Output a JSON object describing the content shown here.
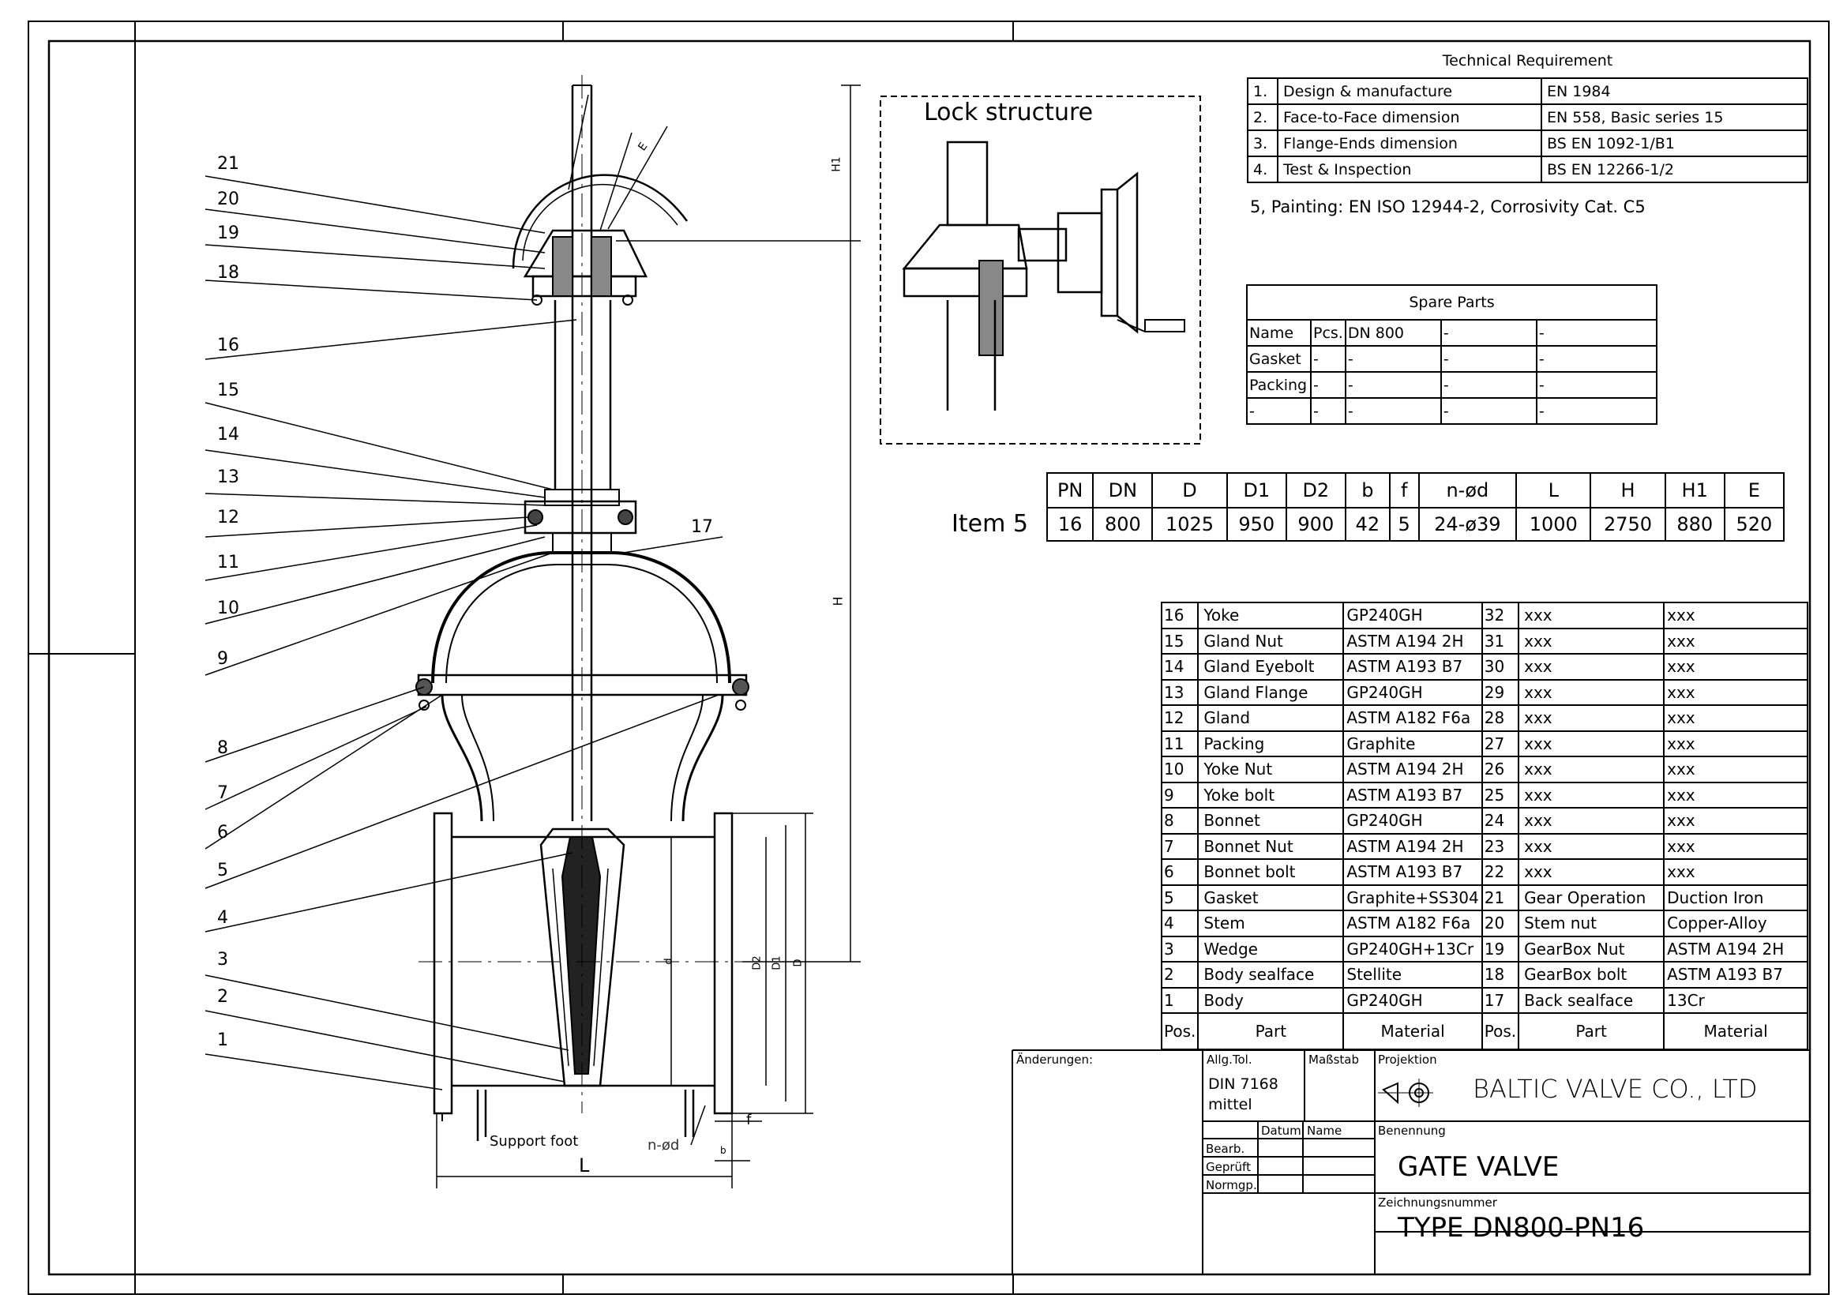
{
  "technical_requirement": {
    "title": "Technical Requirement",
    "rows": [
      {
        "no": "1.",
        "item": "Design & manufacture",
        "value": "EN 1984"
      },
      {
        "no": "2.",
        "item": "Face-to-Face dimension",
        "value": "EN 558,  Basic series 15"
      },
      {
        "no": "3.",
        "item": "Flange-Ends dimension",
        "value": "BS EN 1092-1/B1"
      },
      {
        "no": "4.",
        "item": "Test & Inspection",
        "value": "BS EN 12266-1/2"
      }
    ],
    "painting": "5, Painting: EN ISO 12944-2, Corrosivity Cat. C5"
  },
  "lock_structure": {
    "label": "Lock structure"
  },
  "spare_parts": {
    "title": "Spare Parts",
    "headers": [
      "Name",
      "Pcs.",
      "DN 800",
      "-",
      "-"
    ],
    "rows": [
      [
        "Gasket",
        "-",
        "-",
        "-",
        "-"
      ],
      [
        "Packing",
        "-",
        "-",
        "-",
        "-"
      ],
      [
        "-",
        "-",
        "-",
        "-",
        "-"
      ]
    ]
  },
  "dimensions": {
    "row_label": "Item 5",
    "headers": [
      "PN",
      "DN",
      "D",
      "D1",
      "D2",
      "b",
      "f",
      "n-ød",
      "L",
      "H",
      "H1",
      "E"
    ],
    "values": [
      "16",
      "800",
      "1025",
      "950",
      "900",
      "42",
      "5",
      "24-ø39",
      "1000",
      "2750",
      "880",
      "520"
    ]
  },
  "parts_list": {
    "left": [
      {
        "pos": "16",
        "part": "Yoke",
        "material": "GP240GH"
      },
      {
        "pos": "15",
        "part": "Gland Nut",
        "material": "ASTM A194 2H"
      },
      {
        "pos": "14",
        "part": "Gland Eyebolt",
        "material": "ASTM A193 B7"
      },
      {
        "pos": "13",
        "part": "Gland Flange",
        "material": "GP240GH"
      },
      {
        "pos": "12",
        "part": "Gland",
        "material": "ASTM A182 F6a"
      },
      {
        "pos": "11",
        "part": "Packing",
        "material": "Graphite"
      },
      {
        "pos": "10",
        "part": "Yoke Nut",
        "material": "ASTM A194 2H"
      },
      {
        "pos": "9",
        "part": "Yoke bolt",
        "material": "ASTM A193 B7"
      },
      {
        "pos": "8",
        "part": "Bonnet",
        "material": "GP240GH"
      },
      {
        "pos": "7",
        "part": "Bonnet Nut",
        "material": "ASTM A194 2H"
      },
      {
        "pos": "6",
        "part": "Bonnet bolt",
        "material": "ASTM A193 B7"
      },
      {
        "pos": "5",
        "part": "Gasket",
        "material": "Graphite+SS304"
      },
      {
        "pos": "4",
        "part": "Stem",
        "material": "ASTM A182 F6a"
      },
      {
        "pos": "3",
        "part": "Wedge",
        "material": "GP240GH+13Cr"
      },
      {
        "pos": "2",
        "part": "Body sealface",
        "material": "Stellite"
      },
      {
        "pos": "1",
        "part": "Body",
        "material": "GP240GH"
      }
    ],
    "right": [
      {
        "pos": "32",
        "part": "xxx",
        "material": "xxx"
      },
      {
        "pos": "31",
        "part": "xxx",
        "material": "xxx"
      },
      {
        "pos": "30",
        "part": "xxx",
        "material": "xxx"
      },
      {
        "pos": "29",
        "part": "xxx",
        "material": "xxx"
      },
      {
        "pos": "28",
        "part": "xxx",
        "material": "xxx"
      },
      {
        "pos": "27",
        "part": "xxx",
        "material": "xxx"
      },
      {
        "pos": "26",
        "part": "xxx",
        "material": "xxx"
      },
      {
        "pos": "25",
        "part": "xxx",
        "material": "xxx"
      },
      {
        "pos": "24",
        "part": "xxx",
        "material": "xxx"
      },
      {
        "pos": "23",
        "part": "xxx",
        "material": "xxx"
      },
      {
        "pos": "22",
        "part": "xxx",
        "material": "xxx"
      },
      {
        "pos": "21",
        "part": "Gear Operation",
        "material": "Duction Iron"
      },
      {
        "pos": "20",
        "part": "Stem nut",
        "material": "Copper-Alloy"
      },
      {
        "pos": "19",
        "part": "GearBox Nut",
        "material": "ASTM A194 2H"
      },
      {
        "pos": "18",
        "part": "GearBox bolt",
        "material": "ASTM A193 B7"
      },
      {
        "pos": "17",
        "part": "Back sealface",
        "material": "13Cr"
      }
    ],
    "header": {
      "pos": "Pos.",
      "part": "Part",
      "material": "Material"
    }
  },
  "title_block": {
    "aenderungen": "Änderungen:",
    "allg_tol": "Allg.Tol.",
    "tol_standard": "DIN 7168",
    "tol_class": "mittel",
    "massstab": "Maßstab",
    "projektion": "Projektion",
    "company": "BALTIC VALVE CO., LTD",
    "datum": "Datum",
    "name": "Name",
    "benennung": "Benennung",
    "bearb": "Bearb.",
    "geprueft": "Geprüft",
    "normgp": "Normgp.",
    "product": "GATE VALVE",
    "zeichnungsnummer": "Zeichnungsnummer",
    "drawing_no": "TYPE DN800-PN16"
  },
  "callouts": [
    "21",
    "20",
    "19",
    "18",
    "16",
    "15",
    "14",
    "13",
    "12",
    "11",
    "10",
    "9",
    "8",
    "7",
    "6",
    "5",
    "4",
    "3",
    "2",
    "1",
    "17"
  ],
  "drawing_labels": {
    "support_foot": "Support foot",
    "face_to_face": "L",
    "bolt_holes": "n-ød",
    "flange_f": "f",
    "flange_b": "b",
    "height": "H",
    "handwheel_height": "H1",
    "handwheel_dia": "E",
    "dia_d": "d",
    "dia_d2": "D2",
    "dia_d1": "D1",
    "dia_D": "D"
  }
}
